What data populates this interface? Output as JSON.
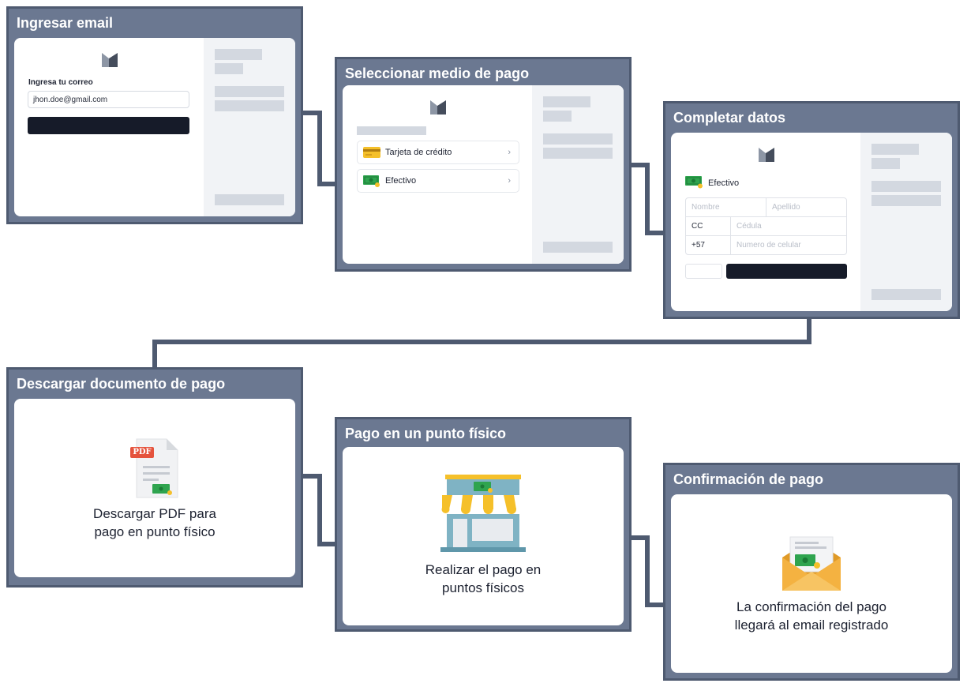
{
  "steps": {
    "email": {
      "title": "Ingresar email",
      "field_label": "Ingresa tu correo",
      "email_value": "jhon.doe@gmail.com"
    },
    "payment_method": {
      "title": "Seleccionar medio de pago",
      "options": [
        {
          "label": "Tarjeta de crédito",
          "icon": "credit-card-icon"
        },
        {
          "label": "Efectivo",
          "icon": "cash-icon"
        }
      ],
      "chevron": "›"
    },
    "complete_data": {
      "title": "Completar datos",
      "method_label": "Efectivo",
      "placeholders": {
        "name": "Nombre",
        "surname": "Apellido",
        "id_number": "Cédula",
        "phone": "Numero de celular"
      },
      "doc_type": "CC",
      "phone_prefix": "+57"
    },
    "download": {
      "title": "Descargar documento de pago",
      "pdf_badge": "PDF",
      "caption_line1": "Descargar PDF para",
      "caption_line2": "pago en punto físico"
    },
    "physical": {
      "title": "Pago en un punto físico",
      "caption_line1": "Realizar el pago en",
      "caption_line2": "puntos físicos"
    },
    "confirmation": {
      "title": "Confirmación de pago",
      "caption_line1": "La confirmación del pago",
      "caption_line2": "llegará al email registrado"
    }
  },
  "colors": {
    "step_fill": "#6b7891",
    "step_border": "#4e5a70",
    "connector": "#4e5a70",
    "dark_button": "#161b29",
    "cash_green": "#2fa44f",
    "awning_yellow": "#f5c02a",
    "pdf_red": "#e5533d",
    "envelope_orange": "#f4b241"
  }
}
